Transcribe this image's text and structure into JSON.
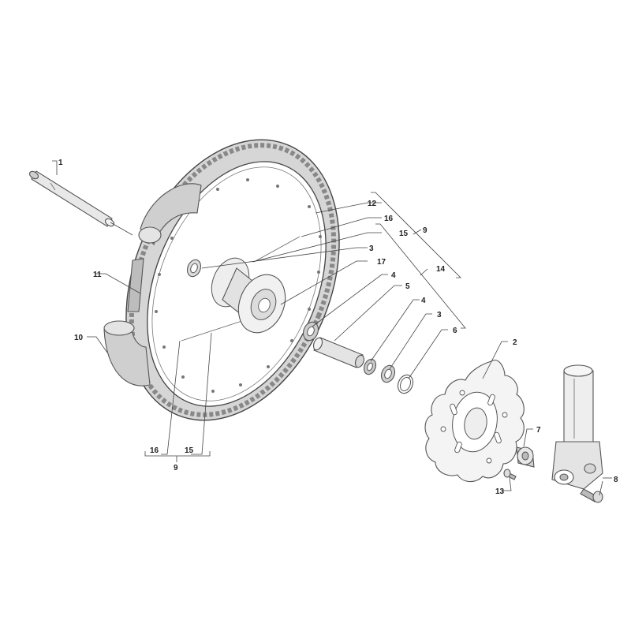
{
  "callouts": {
    "c1": "1",
    "c2": "2",
    "c3a": "3",
    "c3b": "3",
    "c4a": "4",
    "c4b": "4",
    "c5": "5",
    "c6": "6",
    "c7": "7",
    "c8": "8",
    "c9a": "9",
    "c9b": "9",
    "c10": "10",
    "c11": "11",
    "c12": "12",
    "c13": "13",
    "c14": "14",
    "c15a": "15",
    "c15b": "15",
    "c16a": "16",
    "c16b": "16",
    "c17": "17"
  },
  "colors": {
    "line": "#555555",
    "tire_fill": "#d9d9d9",
    "tire_dark": "#b8b8b8",
    "rim_fill": "#ffffff",
    "part_fill": "#e6e6e6",
    "background": "#ffffff"
  }
}
